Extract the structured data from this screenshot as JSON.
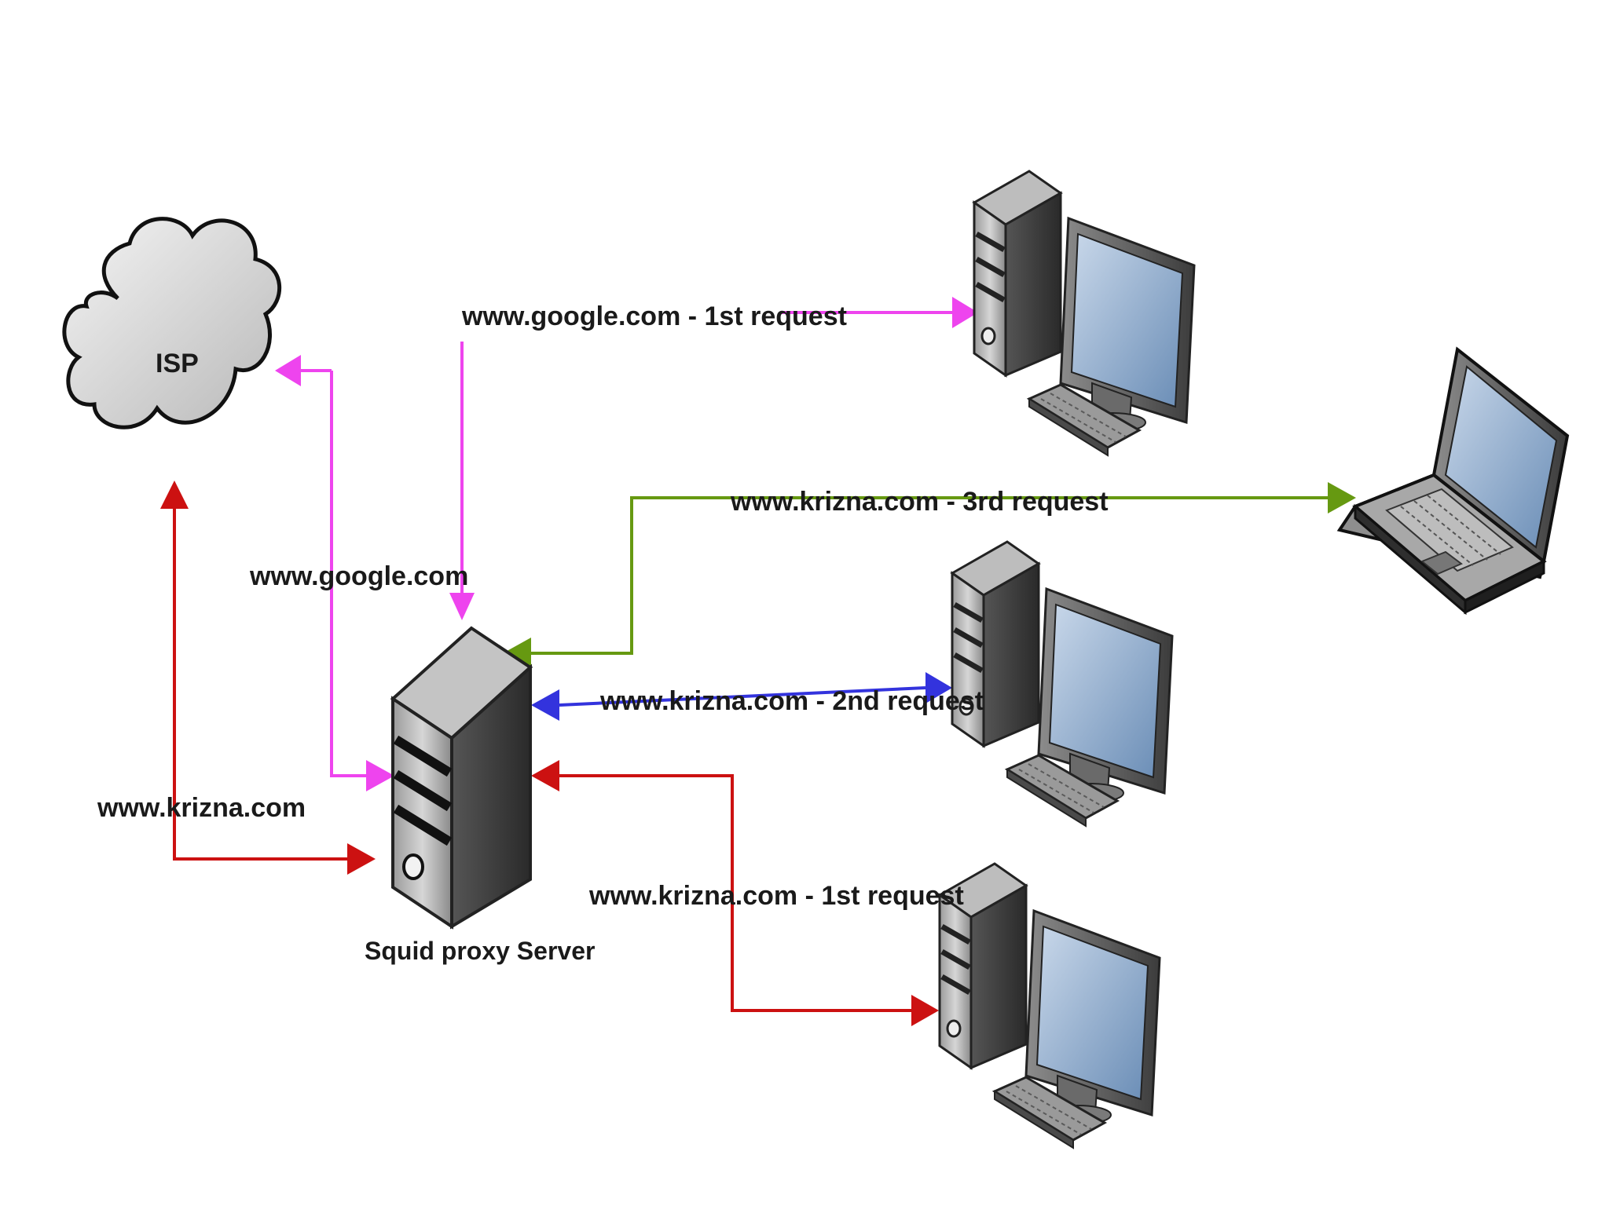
{
  "nodes": {
    "isp": {
      "label": "ISP"
    },
    "proxy": {
      "label": "Squid proxy Server"
    },
    "clients": [
      "desktop-top",
      "laptop",
      "desktop-middle",
      "desktop-bottom"
    ]
  },
  "flows": {
    "google_first": {
      "label": "www.google.com - 1st request",
      "color": "#ee44ee"
    },
    "google_isp": {
      "label": "www.google.com",
      "color": "#ee44ee"
    },
    "krizna_isp": {
      "label": "www.krizna.com",
      "color": "#cc1111"
    },
    "krizna_first": {
      "label": "www.krizna.com - 1st request",
      "color": "#cc1111"
    },
    "krizna_second": {
      "label": "www.krizna.com - 2nd request",
      "color": "#3333dd"
    },
    "krizna_third": {
      "label": "www.krizna.com - 3rd request",
      "color": "#669911"
    }
  }
}
